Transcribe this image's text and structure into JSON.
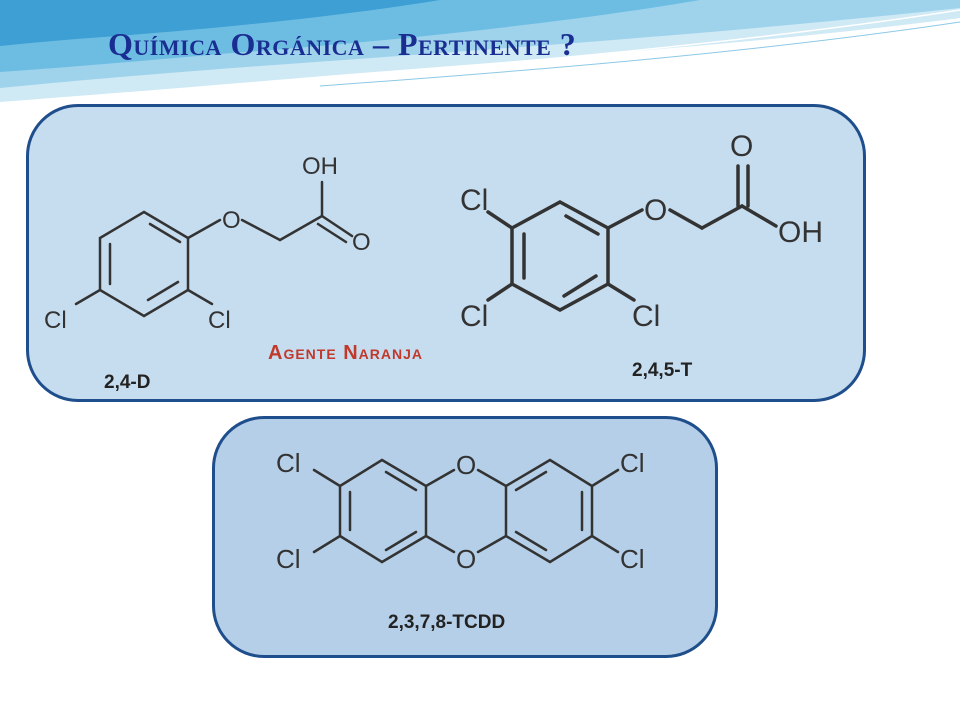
{
  "slide": {
    "title": "Química Orgánica – Pertinente ?",
    "colors": {
      "title": "#1a2e92",
      "accent_red": "#c0392b",
      "panel_border": "#1f4e8c"
    }
  },
  "panel_top": {
    "agent_label": "Agente Naranja",
    "molecule_1": {
      "name": "2,4-D",
      "atoms": {
        "oh": "OH",
        "o_ether": "O",
        "o_carbonyl": "O",
        "cl_left": "Cl",
        "cl_right": "Cl"
      }
    },
    "molecule_2": {
      "name": "2,4,5-T",
      "atoms": {
        "o_top": "O",
        "o_ether": "O",
        "oh": "OH",
        "cl_top": "Cl",
        "cl_bottom_left": "Cl",
        "cl_bottom_right": "Cl"
      }
    }
  },
  "panel_bottom": {
    "molecule_3": {
      "name": "2,3,7,8-TCDD",
      "atoms": {
        "o_top": "O",
        "o_bottom": "O",
        "cl_top_left": "Cl",
        "cl_top_right": "Cl",
        "cl_bottom_left": "Cl",
        "cl_bottom_right": "Cl"
      }
    }
  }
}
